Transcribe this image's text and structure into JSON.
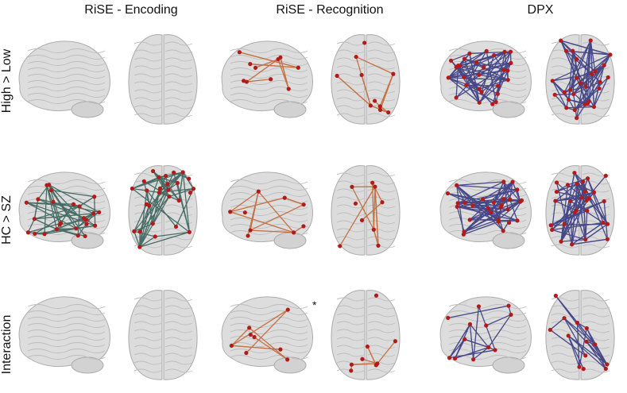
{
  "columns": [
    {
      "key": "rise_encoding",
      "label": "RiSE - Encoding"
    },
    {
      "key": "rise_recognition",
      "label": "RiSE - Recognition"
    },
    {
      "key": "dpx",
      "label": "DPX"
    }
  ],
  "rows": [
    {
      "key": "high_low",
      "label": "High  > Low"
    },
    {
      "key": "hc_sz",
      "label": "HC > SZ"
    },
    {
      "key": "interaction",
      "label": "Interaction"
    }
  ],
  "significance_marker": "*",
  "colors": {
    "rise_encoding_edge": "#2f5a52",
    "rise_recognition_edge": "#c0602a",
    "dpx_edge": "#2d2f7a",
    "node": "#b31b1b",
    "brain_fill": "#dcdcdc",
    "brain_stroke": "#a9a9a9"
  },
  "views": [
    "lateral",
    "axial"
  ],
  "edge_density": {
    "rise_encoding": {
      "high_low": 0,
      "hc_sz": 60,
      "interaction": 0
    },
    "rise_recognition": {
      "high_low": 14,
      "hc_sz": 12,
      "interaction": 8
    },
    "dpx": {
      "high_low": 70,
      "hc_sz": 80,
      "interaction": 22
    }
  }
}
